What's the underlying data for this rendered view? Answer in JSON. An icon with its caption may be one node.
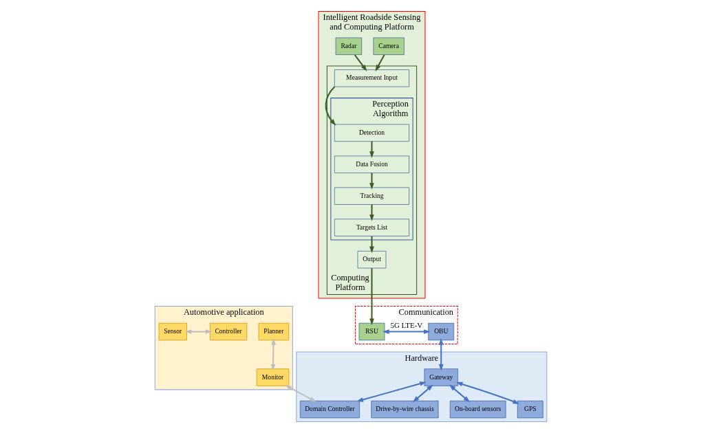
{
  "diagram": {
    "nodes": [
      {
        "text": [
          "Intelligent Roadside Sensing and Computing Platform"
        ]
      },
      {
        "text": [
          "Computing Platform"
        ],
        "in": 0
      },
      {
        "text": [
          "Measurement Input"
        ],
        "in": 1
      },
      {
        "text": [
          "Perception Algorithm"
        ],
        "in": 1
      },
      {
        "text": [
          "Detection"
        ],
        "in": 3
      },
      {
        "text": [
          "Data Fusion"
        ],
        "in": 3
      },
      {
        "text": [
          "Tracking"
        ],
        "in": 3
      },
      {
        "text": [
          "Targets List"
        ],
        "in": 3
      },
      {
        "text": [
          "Output"
        ],
        "in": 1
      },
      {
        "text": [
          "Camera"
        ],
        "in": 0
      },
      {
        "text": [
          "Radar"
        ],
        "in": 0
      },
      {
        "text": [
          "Automotive application"
        ]
      },
      {
        "text": [
          "Planner"
        ],
        "in": 11
      },
      {
        "text": [
          "Sensor"
        ],
        "in": 11
      },
      {
        "text": [
          "Controller"
        ],
        "in": 11
      },
      {
        "text": [
          "Monitor"
        ],
        "in": 11
      },
      {
        "text": [
          "Hardware"
        ]
      },
      {
        "text": [
          "Domain Controller"
        ],
        "in": 16
      },
      {
        "text": [
          "Gateway"
        ],
        "in": 16
      },
      {
        "text": [
          "Drive-by-wire chassis"
        ],
        "in": 16
      },
      {
        "text": [
          "On-board sensors"
        ],
        "in": 16
      },
      {
        "text": [
          "GPS"
        ],
        "in": 16
      },
      {
        "text": [
          "Communication"
        ]
      },
      {
        "text": [
          "RSU"
        ],
        "in": 22
      },
      {
        "text": [
          "OBU"
        ],
        "in": 22
      }
    ],
    "edges": [
      {
        "from": 9,
        "to": 2,
        "arrow": "to"
      },
      {
        "from": 10,
        "to": 2,
        "arrow": "to"
      },
      {
        "from": 2,
        "to": 4,
        "arrow": "to"
      },
      {
        "from": 4,
        "to": 5,
        "arrow": "to"
      },
      {
        "from": 5,
        "to": 6,
        "arrow": "to"
      },
      {
        "from": 6,
        "to": 7,
        "arrow": "to"
      },
      {
        "from": 7,
        "to": 8,
        "arrow": "to"
      },
      {
        "from": 8,
        "to": 23,
        "arrow": "to"
      },
      {
        "from": 23,
        "to": 24,
        "arrow": "both",
        "label": "5G LTE-V",
        "color": "#4472c4"
      },
      {
        "from": 24,
        "to": 18,
        "arrow": "both",
        "color": "#4472c4"
      },
      {
        "from": 18,
        "to": 17,
        "arrow": "both",
        "color": "#4472c4"
      },
      {
        "from": 18,
        "to": 19,
        "arrow": "both",
        "color": "#4472c4"
      },
      {
        "from": 18,
        "to": 20,
        "arrow": "both",
        "color": "#4472c4"
      },
      {
        "from": 18,
        "to": 21,
        "arrow": "both",
        "color": "#4472c4"
      },
      {
        "from": 12,
        "to": 15,
        "arrow": "both",
        "color": "#bfbfbf"
      },
      {
        "from": 13,
        "to": 14,
        "arrow": "both",
        "color": "#bfbfbf"
      },
      {
        "from": 15,
        "to": 17,
        "arrow": "both",
        "color": "#bfbfbf"
      }
    ]
  }
}
